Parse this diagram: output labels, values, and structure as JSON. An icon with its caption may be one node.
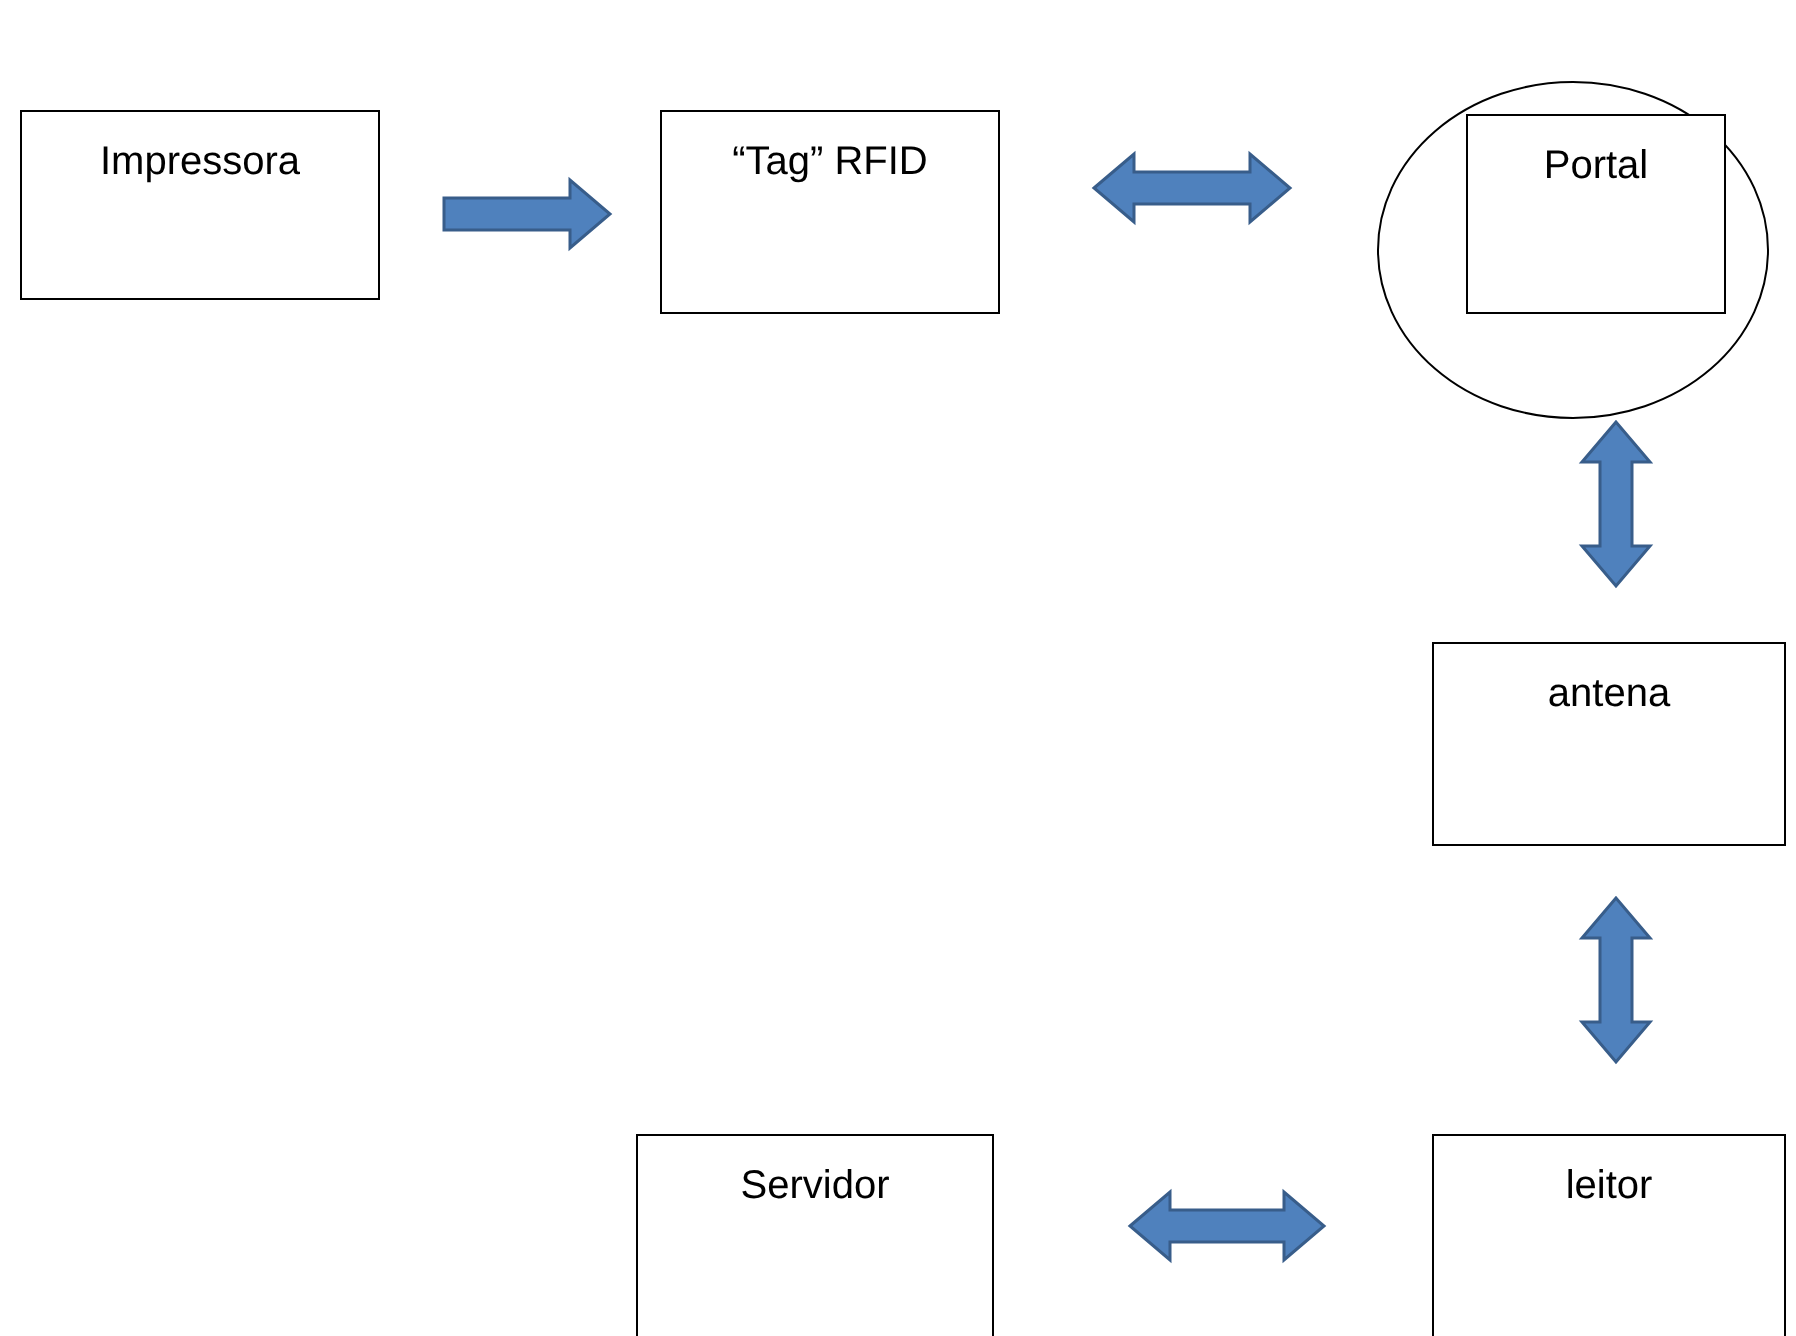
{
  "diagram": {
    "nodes": [
      {
        "text": [
          "Impressora"
        ]
      },
      {
        "text": [
          "“Tag” RFID"
        ]
      },
      {
        "text": [],
        "shape": "circle"
      },
      {
        "text": [
          "Portal"
        ],
        "in": 2
      },
      {
        "text": [
          "antena"
        ]
      },
      {
        "text": [
          "Servidor"
        ]
      },
      {
        "text": [
          "leitor"
        ]
      }
    ],
    "edges": [
      {
        "from": 0,
        "to": 1,
        "arrow": "to"
      },
      {
        "from": 1,
        "to": 2,
        "arrow": "both"
      },
      {
        "from": 2,
        "to": 4,
        "arrow": "both"
      },
      {
        "from": 4,
        "to": 6,
        "arrow": "both"
      },
      {
        "from": 5,
        "to": 6,
        "arrow": "both"
      }
    ]
  }
}
